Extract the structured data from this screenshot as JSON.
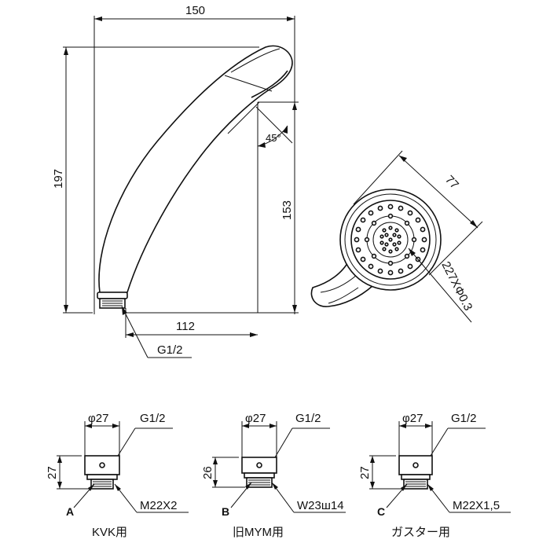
{
  "main_view": {
    "dim_width": "150",
    "dim_height": "197",
    "dim_153": "153",
    "dim_112": "112",
    "dim_angle": "45°",
    "thread": "G1/2"
  },
  "face_view": {
    "dim_diameter": "77",
    "holes": "227XΦ0.3"
  },
  "adapters": [
    {
      "letter": "A",
      "dia": "φ27",
      "thread_top": "G1/2",
      "height": "27",
      "thread_bottom": "M22X2",
      "brand": "KVK用"
    },
    {
      "letter": "B",
      "dia": "φ27",
      "thread_top": "G1/2",
      "height": "26",
      "thread_bottom": "W23ш14",
      "brand": "旧MYM用"
    },
    {
      "letter": "C",
      "dia": "φ27",
      "thread_top": "G1/2",
      "height": "27",
      "thread_bottom": "M22X1,5",
      "brand": "ガスター用"
    }
  ]
}
